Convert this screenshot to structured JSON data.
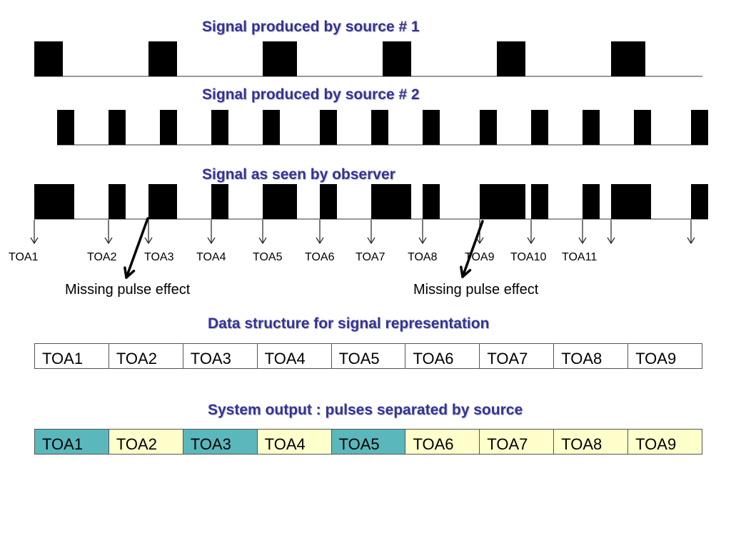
{
  "headings": {
    "source1": "Signal produced by source # 1",
    "source2": "Signal produced by source # 2",
    "observer": "Signal as seen by observer",
    "data_structure": "Data structure for signal representation",
    "system_output": "System output : pulses separated by source"
  },
  "annotations": {
    "missing_pulse_left": "Missing pulse effect",
    "missing_pulse_right": "Missing pulse effect"
  },
  "toa_labels": [
    "TOA1",
    "TOA2",
    "TOA3",
    "TOA4",
    "TOA5",
    "TOA6",
    "TOA7",
    "TOA8",
    "TOA9",
    "TOA10",
    "TOA11"
  ],
  "data_structure_cells": [
    "TOA1",
    "TOA2",
    "TOA3",
    "TOA4",
    "TOA5",
    "TOA6",
    "TOA7",
    "TOA8",
    "TOA9"
  ],
  "system_output_cells": [
    {
      "label": "TOA1",
      "source": 1
    },
    {
      "label": "TOA2",
      "source": 2
    },
    {
      "label": "TOA3",
      "source": 1
    },
    {
      "label": "TOA4",
      "source": 2
    },
    {
      "label": "TOA5",
      "source": 1
    },
    {
      "label": "TOA6",
      "source": 2
    },
    {
      "label": "TOA7",
      "source": 2
    },
    {
      "label": "TOA8",
      "source": 2
    },
    {
      "label": "TOA9",
      "source": 2
    }
  ],
  "colors": {
    "heading": "#33339a",
    "pulse": "#000000",
    "source1_fill": "#5ab8bd",
    "source2_fill": "#ffffcc",
    "data_structure_fill": "#ffffff"
  }
}
